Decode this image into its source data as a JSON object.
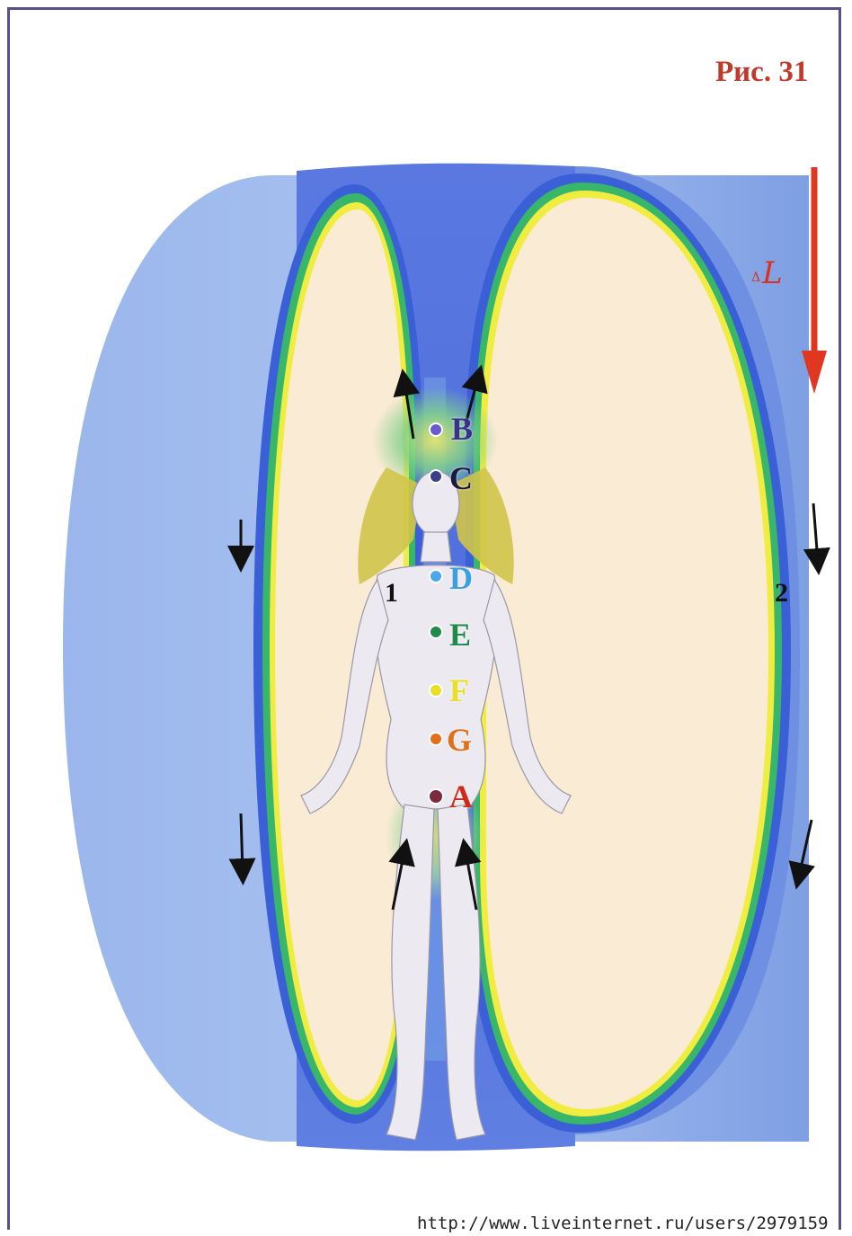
{
  "figure": {
    "title": "Рис. 31",
    "delta_symbol": "Δ",
    "field_symbol": "L",
    "url": "http://www.liveinternet.ru/users/2979159"
  },
  "chakras": [
    {
      "letter": "B",
      "color": "#3a2f8f"
    },
    {
      "letter": "C",
      "color": "#1a1a40"
    },
    {
      "letter": "D",
      "color": "#3aa0e0"
    },
    {
      "letter": "E",
      "color": "#1f8a4a"
    },
    {
      "letter": "F",
      "color": "#e8e020"
    },
    {
      "letter": "G",
      "color": "#e0701a"
    },
    {
      "letter": "A",
      "color": "#d02a1a"
    }
  ],
  "regions": {
    "inner": "1",
    "outer": "2"
  },
  "colors": {
    "frame": "#5b4c8c",
    "torus_outer": "#8fb0ea",
    "torus_inner_blue": "#4a6ee0",
    "cavity": "#faebd4",
    "arrow_red": "#e03820",
    "title_red": "#c03a2b"
  }
}
